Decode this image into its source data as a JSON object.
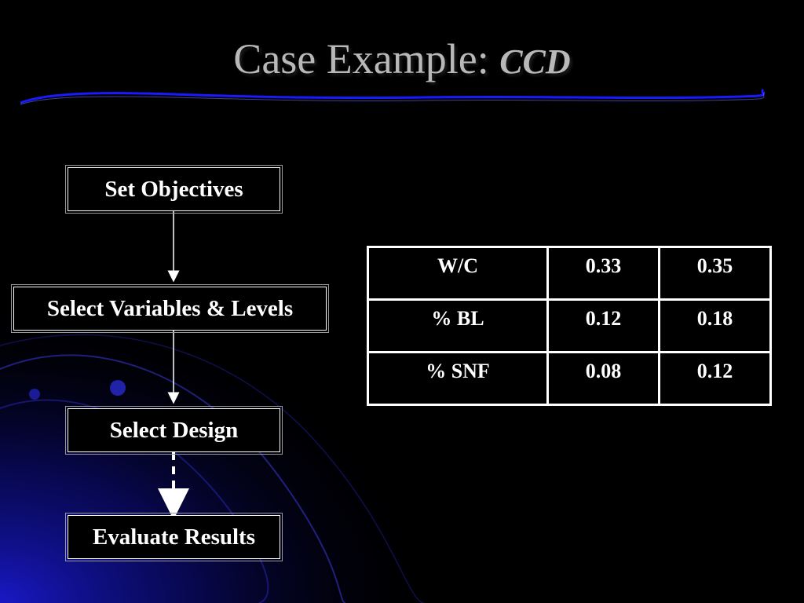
{
  "slide": {
    "title_main": "Case Example: ",
    "title_emphasis": "CCD"
  },
  "flowchart": {
    "steps": [
      {
        "label": "Set Objectives"
      },
      {
        "label": "Select Variables & Levels"
      },
      {
        "label": "Select Design"
      },
      {
        "label": "Evaluate Results"
      }
    ]
  },
  "levels_table": {
    "rows": [
      [
        "W/C",
        "0.33",
        "0.35"
      ],
      [
        "% BL",
        "0.12",
        "0.18"
      ],
      [
        "% SNF",
        "0.08",
        "0.12"
      ]
    ]
  },
  "colors": {
    "background": "#000000",
    "title_text": "#b8b8b8",
    "accent_blue": "#1a1aff",
    "box_text": "#ffffff"
  }
}
